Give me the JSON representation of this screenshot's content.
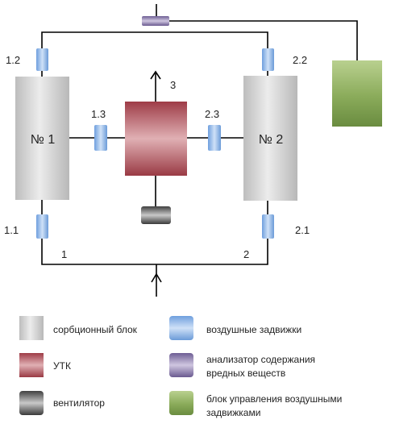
{
  "blocks": {
    "sorption_1": "№ 1",
    "sorption_2": "№ 2"
  },
  "labels": {
    "d12": "1.2",
    "d22": "2.2",
    "d13": "1.3",
    "d23": "2.3",
    "d11": "1.1",
    "d21": "2.1",
    "arrow_up": "3",
    "line_1": "1",
    "line_2": "2"
  },
  "legend": {
    "sorption": "сорбционный блок",
    "utk": "УТК",
    "fan": "вентилятор",
    "valves": "воздушные задвижки",
    "analyzer_line1": "анализатор  содержания",
    "analyzer_line2": "вредных веществ",
    "control_line1": "блок управления воздушными",
    "control_line2": "задвижками"
  },
  "colors": {
    "sorption": "#d4d4d4",
    "utk": "#b0545e",
    "fan": "#5c5c5c",
    "valve": "#7faee6",
    "analyzer": "#8a7aa8",
    "control": "#88a85a",
    "line": "#000000"
  }
}
